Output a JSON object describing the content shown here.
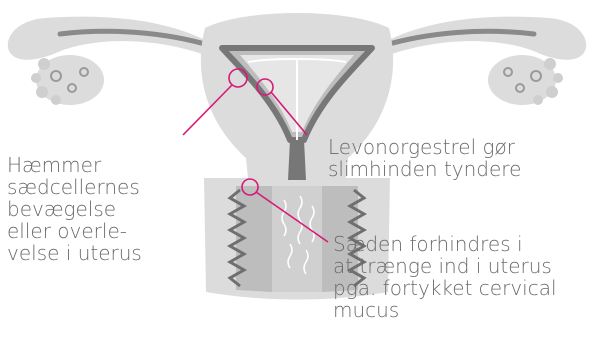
{
  "colors": {
    "tissue_light": "#dcdcdc",
    "tissue_dark": "#777777",
    "tissue_mid": "#9a9a9a",
    "accent": "#d61a79",
    "text": "#6a6a6a"
  },
  "labels": {
    "left": [
      "Hæmmer",
      "sædcellernes",
      "bevægelse",
      "eller overle-",
      "velse i uterus"
    ],
    "top_right": [
      "Levonorgestrel gør",
      "slimhinden tyndere"
    ],
    "bottom_right": [
      "Sæden forhindres i",
      "at trænge ind i uterus",
      "pga. fortykket cervical",
      "mucus"
    ]
  }
}
